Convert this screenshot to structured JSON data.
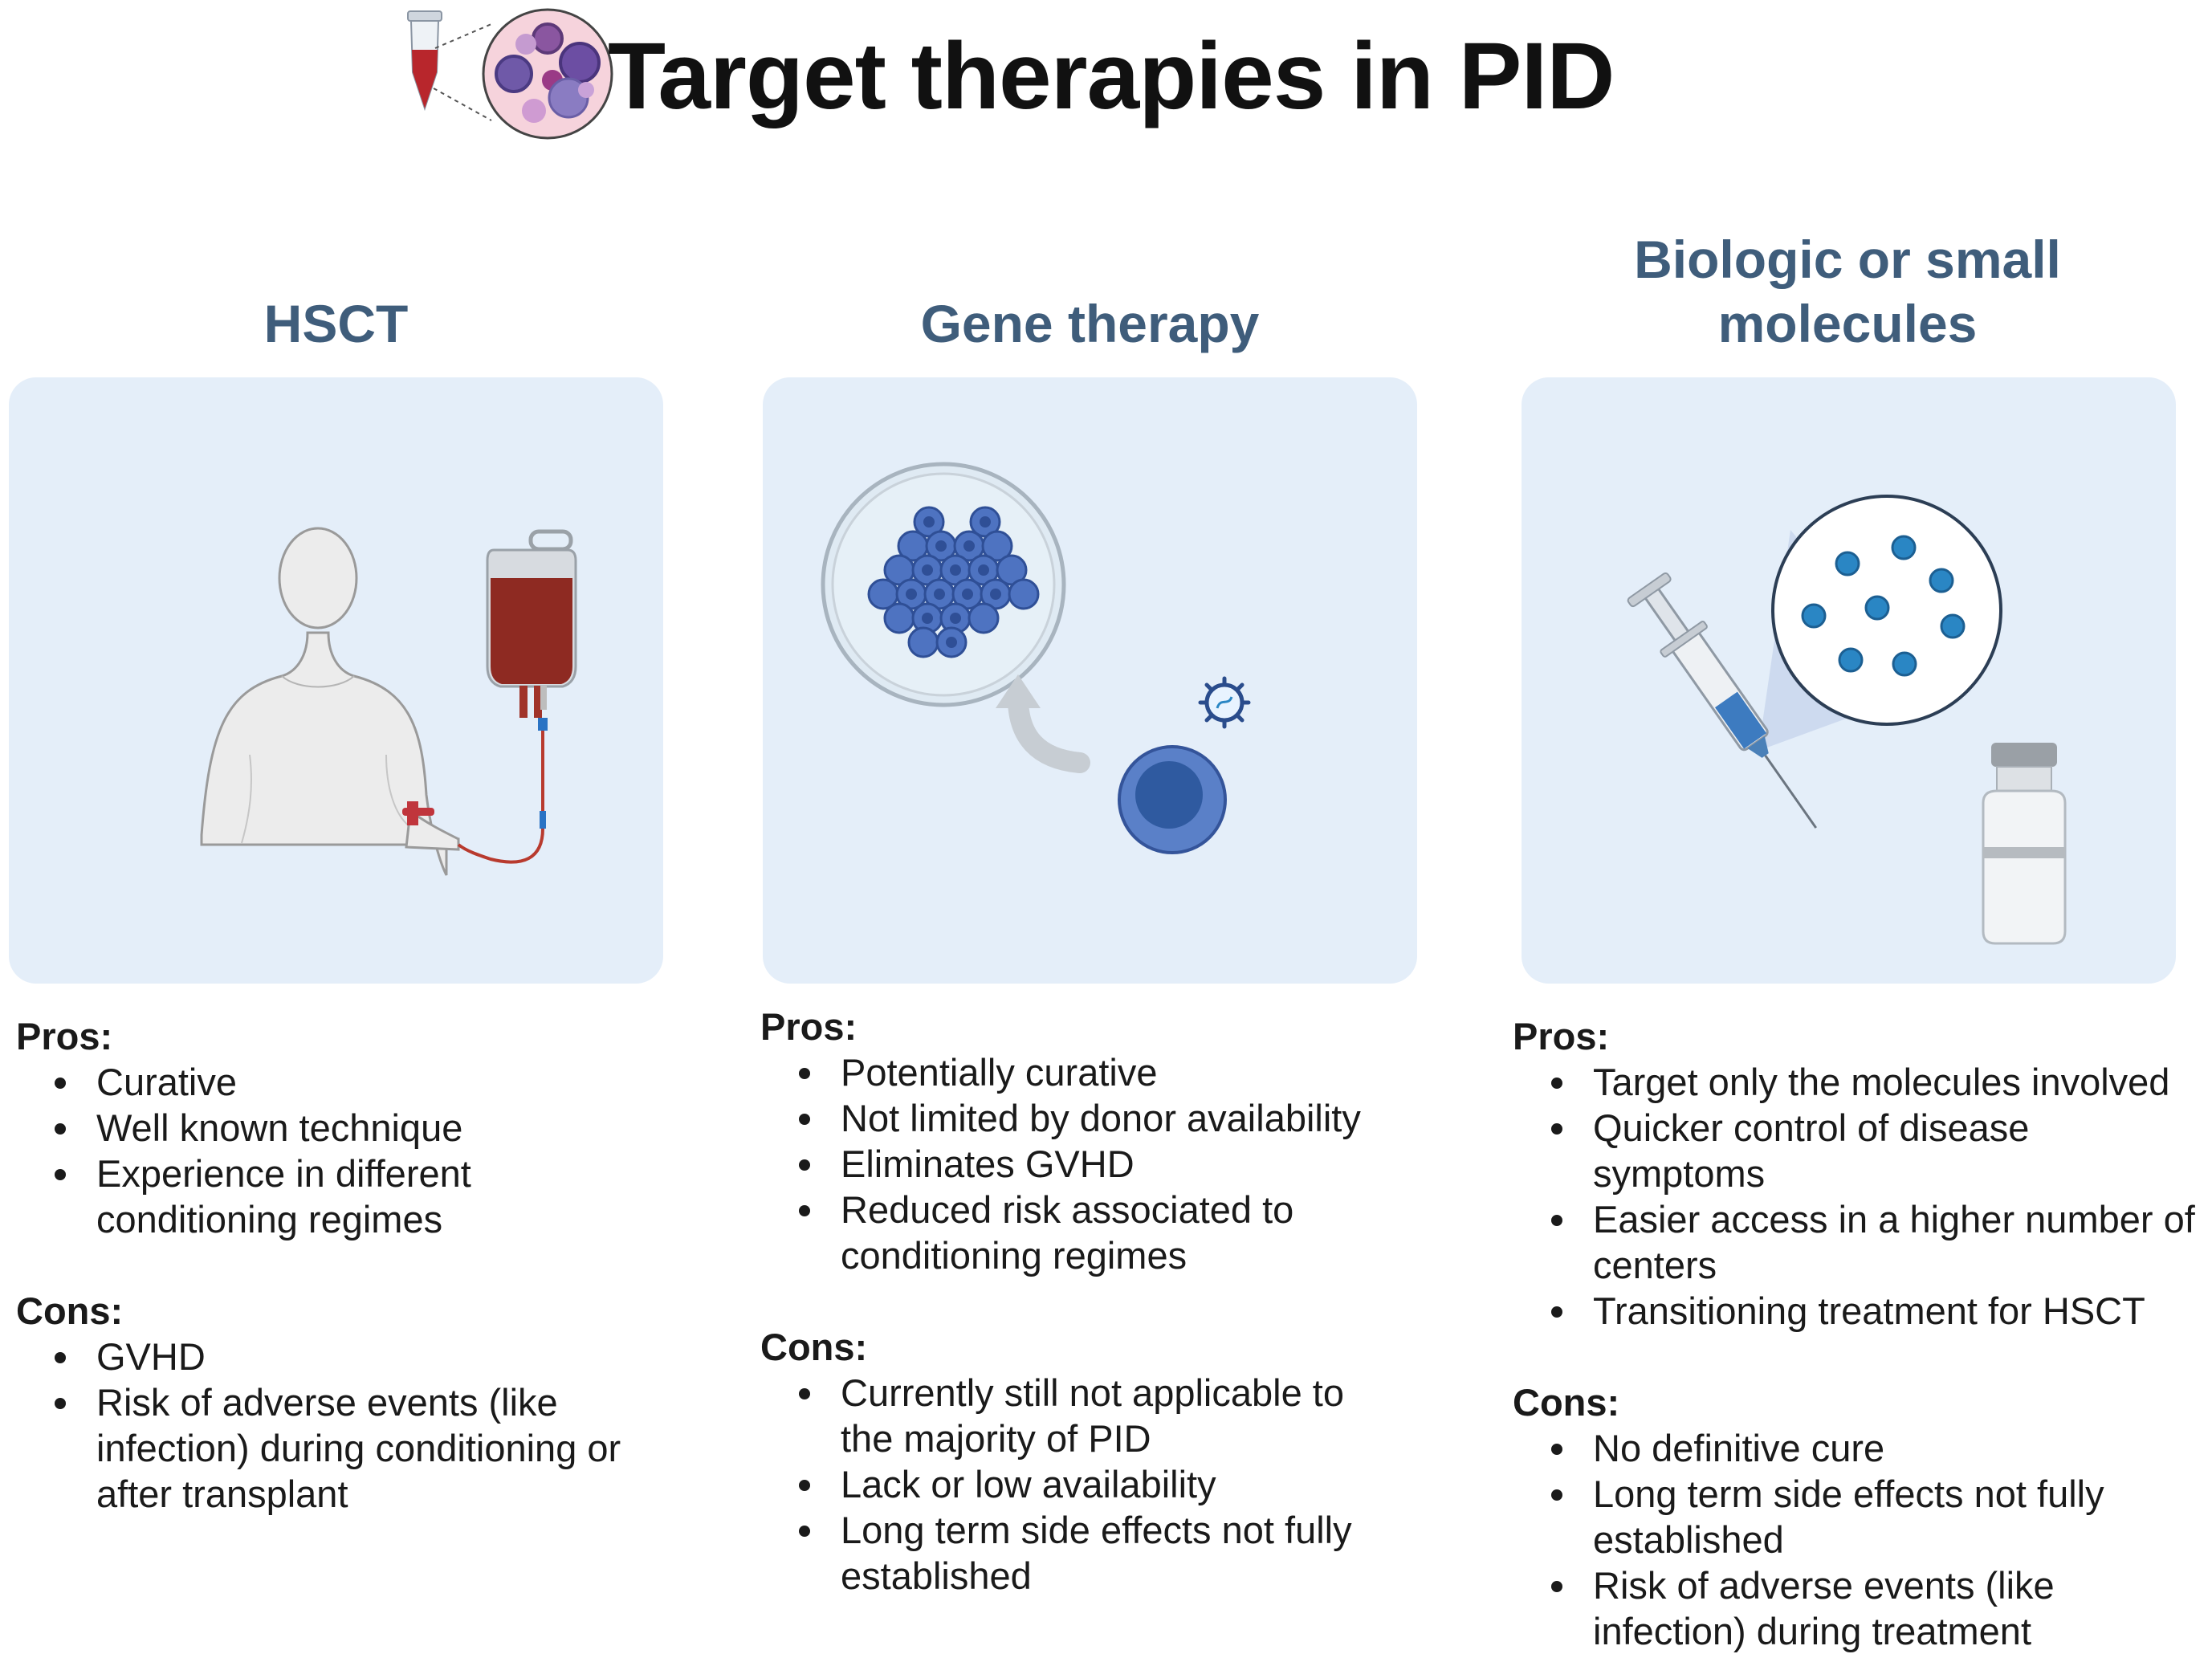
{
  "title": "Target therapies in PID",
  "columns": [
    {
      "heading": "HSCT",
      "pros_label": "Pros:",
      "pros": [
        "Curative",
        "Well known technique",
        "Experience in different conditioning regimes"
      ],
      "cons_label": "Cons:",
      "cons": [
        "GVHD",
        "Risk of adverse events (like infection) during conditioning or after transplant"
      ]
    },
    {
      "heading": "Gene therapy",
      "pros_label": "Pros:",
      "pros": [
        "Potentially curative",
        "Not limited by donor availability",
        "Eliminates GVHD",
        "Reduced risk associated to conditioning regimes"
      ],
      "cons_label": "Cons:",
      "cons": [
        "Currently still not applicable to the majority of PID",
        "Lack or low availability",
        "Long term side effects not fully established"
      ]
    },
    {
      "heading": "Biologic or small molecules",
      "pros_label": "Pros:",
      "pros": [
        "Target only the molecules involved",
        "Quicker control of disease symptoms",
        "Easier access in a higher number of centers",
        "Transitioning treatment for HSCT"
      ],
      "cons_label": "Cons:",
      "cons": [
        "No definitive cure",
        "Long term side effects not fully established",
        "Risk of adverse events (like infection) during treatment"
      ]
    }
  ],
  "icons": {
    "title": "blood-tube-cells-icon",
    "hsct": "patient-blood-bag-icon",
    "gene": "petri-dish-virus-cell-icon",
    "biologic": "syringe-vial-molecules-icon"
  },
  "colors": {
    "heading": "#3f5d7b",
    "panel": "#e4eef9",
    "blood": "#8e2a22",
    "cell_blue": "#4a6fb5",
    "molecule_blue": "#2a86c4"
  }
}
